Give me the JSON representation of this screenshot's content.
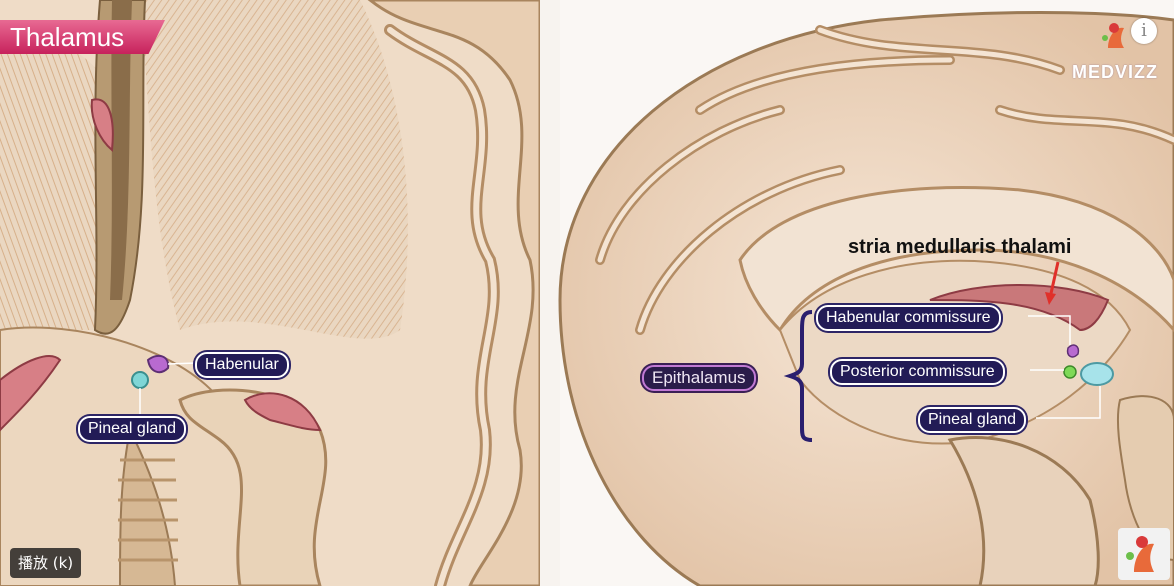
{
  "title_badge": "Thalamus",
  "left_labels": {
    "habenular": "Habenular",
    "pineal_gland": "Pineal gland"
  },
  "right_labels": {
    "heading": "stria medullaris thalami",
    "epithalamus": "Epithalamus",
    "habenular_commissure": "Habenular commissure",
    "posterior_commissure": "Posterior commissure",
    "pineal_gland": "Pineal gland"
  },
  "brand": {
    "name": "MEDVIZZ",
    "info_icon": "info-icon",
    "logo_icon": "medvizz-logo-icon"
  },
  "player": {
    "play_tooltip": "播放 (k)"
  },
  "colors": {
    "badge": "#d93a6e",
    "label_bg": "#221b56",
    "epithalamus_border": "#c17ad4",
    "bracket": "#2a1f6e",
    "pointer": "#e0302a"
  }
}
